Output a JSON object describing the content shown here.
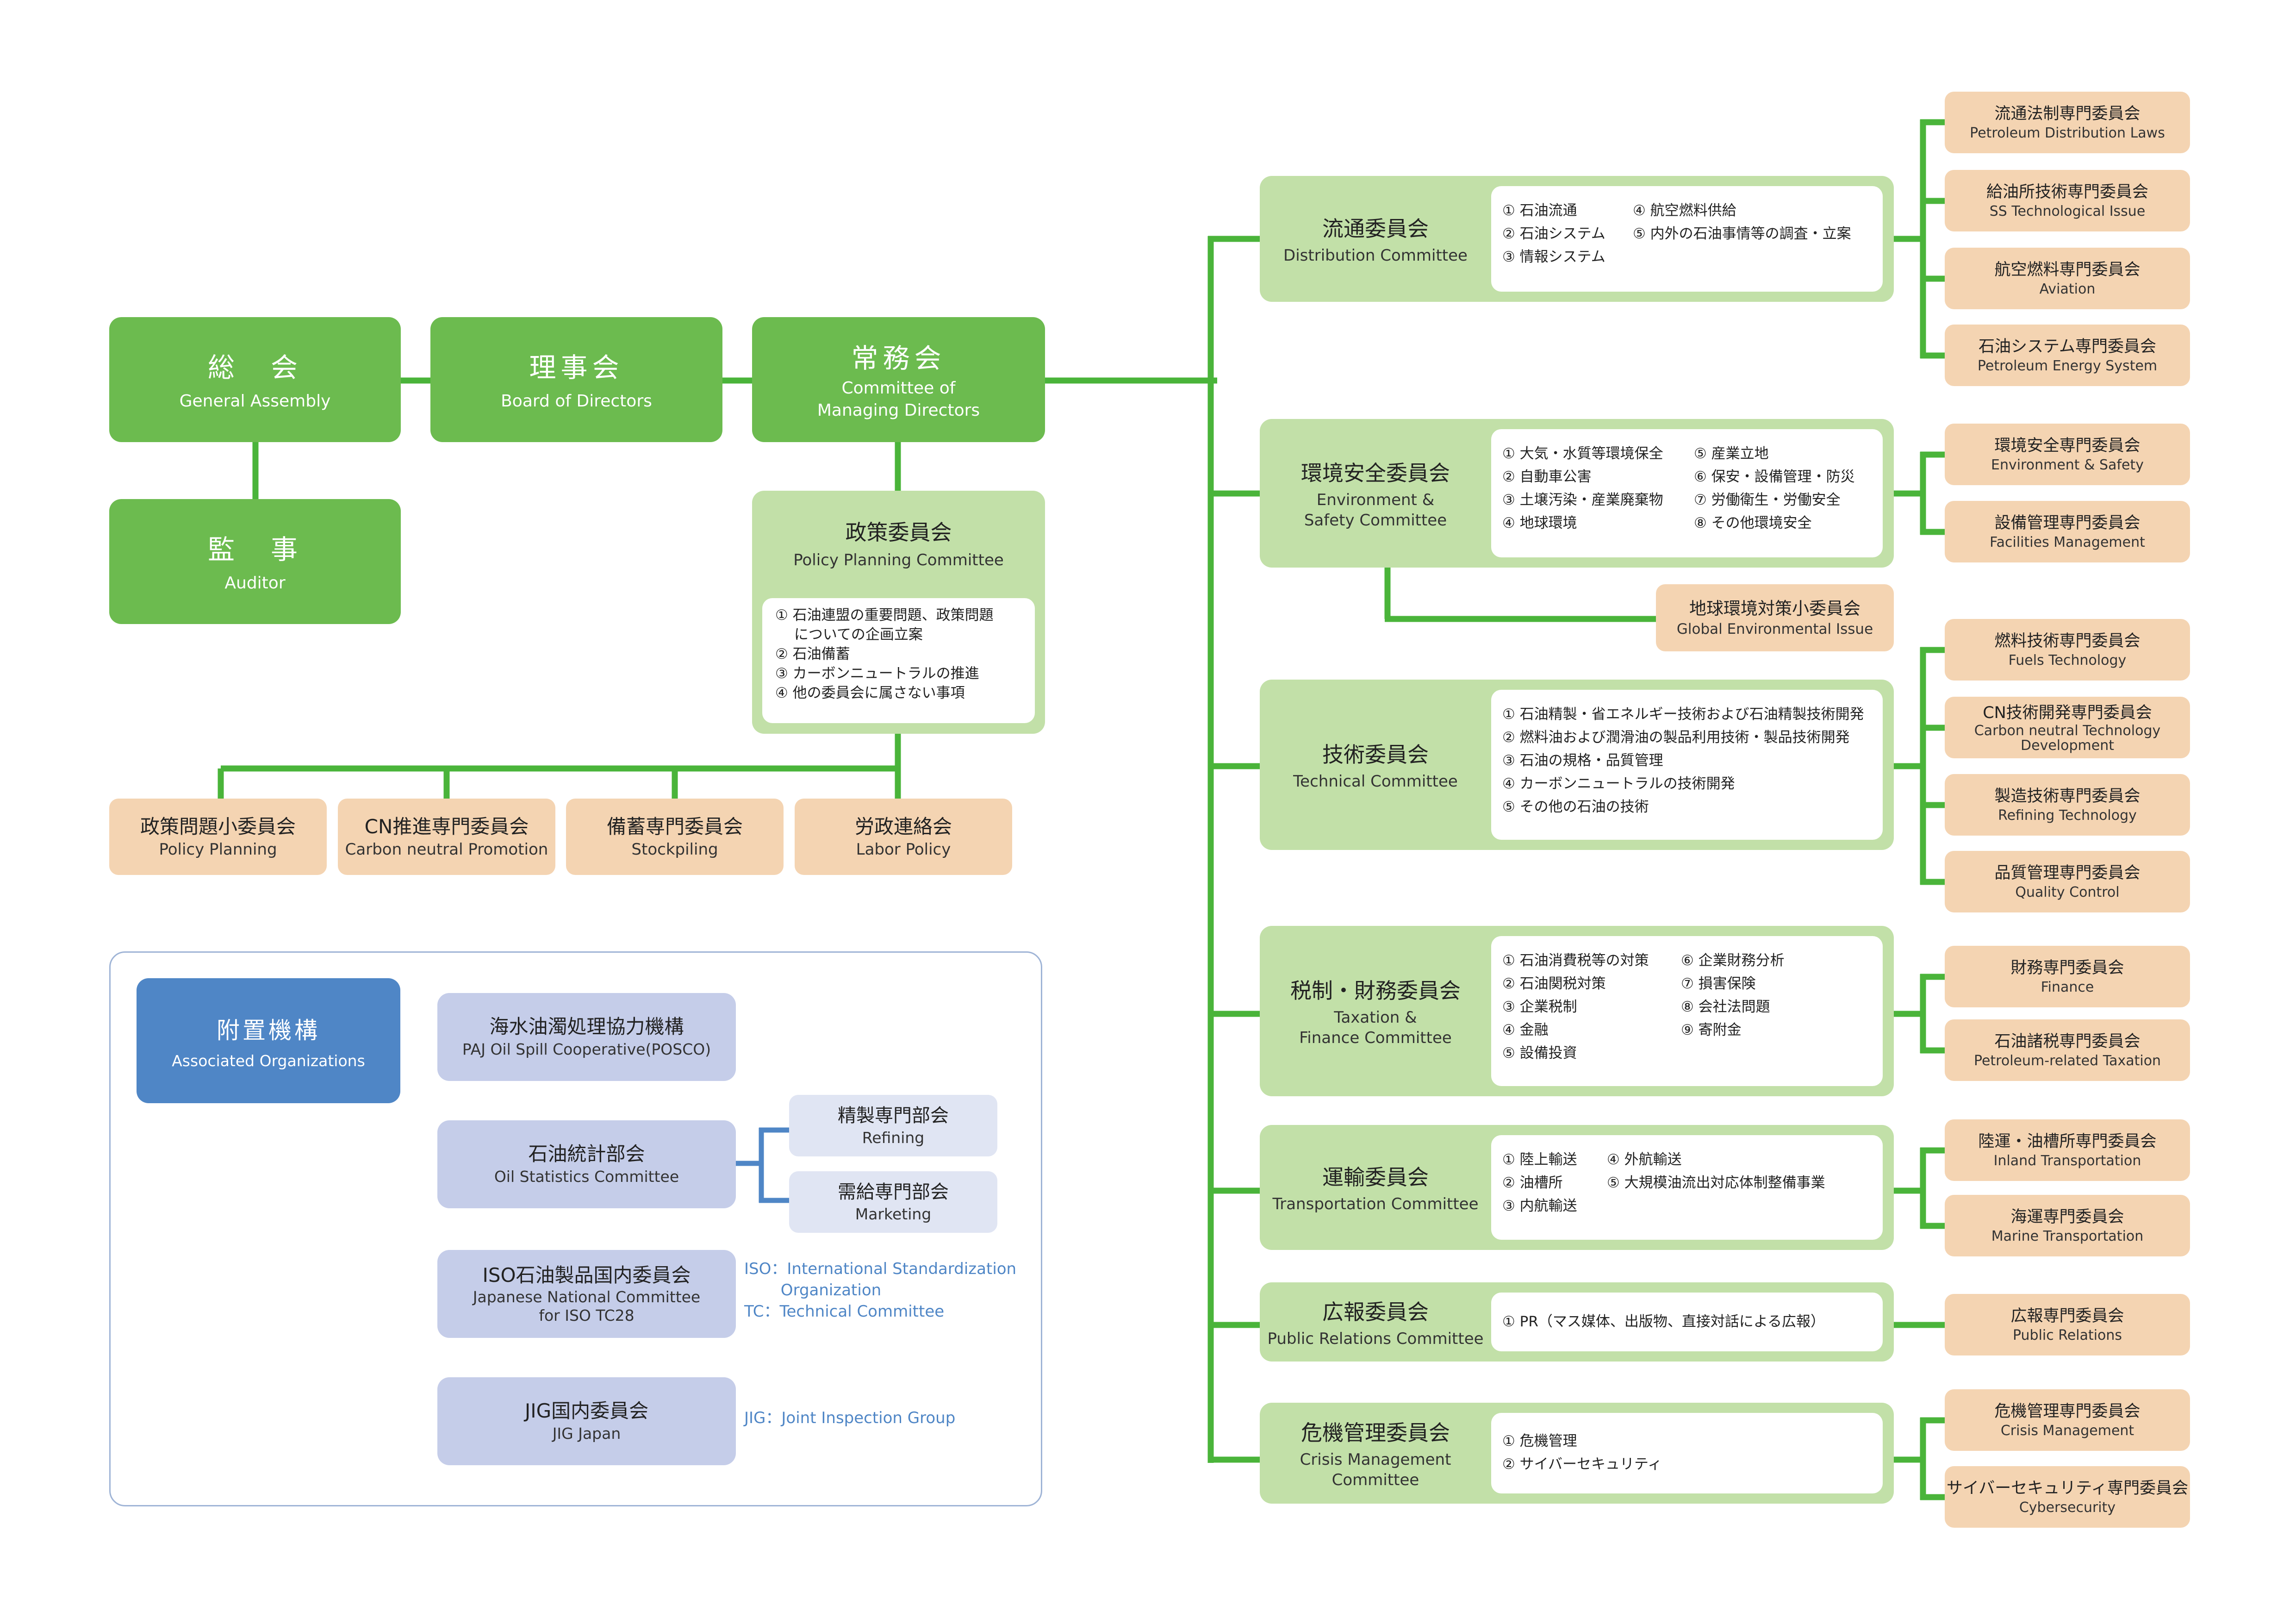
{
  "top": {
    "general_assembly": {
      "ja": "総　会",
      "en": "General Assembly"
    },
    "board": {
      "ja": "理事会",
      "en": "Board of Directors"
    },
    "managing": {
      "ja": "常務会",
      "en1": "Committee of",
      "en2": "Managing Directors"
    },
    "auditor": {
      "ja": "監　事",
      "en": "Auditor"
    }
  },
  "policy": {
    "ja": "政策委員会",
    "en": "Policy Planning Committee",
    "items": [
      "① 石油連盟の重要問題、政策問題",
      "　 についての企画立案",
      "② 石油備蓄",
      "③ カーボンニュートラルの推進",
      "④ 他の委員会に属さない事項"
    ],
    "subs": [
      {
        "ja": "政策問題小委員会",
        "en": "Policy Planning"
      },
      {
        "ja": "CN推進専門委員会",
        "en": "Carbon neutral Promotion"
      },
      {
        "ja": "備蓄専門委員会",
        "en": "Stockpiling"
      },
      {
        "ja": "労政連絡会",
        "en": "Labor Policy"
      }
    ]
  },
  "committees": [
    {
      "ja": "流通委員会",
      "en": [
        "Distribution Committee"
      ],
      "col1": [
        "① 石油流通",
        "② 石油システム",
        "③ 情報システム"
      ],
      "col2": [
        "④ 航空燃料供給",
        "⑤ 内外の石油事情等の調査・立案"
      ],
      "subs": [
        {
          "ja": "流通法制専門委員会",
          "en": [
            "Petroleum Distribution Laws"
          ]
        },
        {
          "ja": "給油所技術専門委員会",
          "en": [
            "SS Technological Issue"
          ]
        },
        {
          "ja": "航空燃料専門委員会",
          "en": [
            "Aviation"
          ]
        },
        {
          "ja": "石油システム専門委員会",
          "en": [
            "Petroleum Energy System"
          ]
        }
      ]
    },
    {
      "ja": "環境安全委員会",
      "en": [
        "Environment &",
        "Safety Committee"
      ],
      "col1": [
        "① 大気・水質等環境保全",
        "② 自動車公害",
        "③ 土壌汚染・産業廃棄物",
        "④ 地球環境"
      ],
      "col2": [
        "⑤ 産業立地",
        "⑥ 保安・設備管理・防災",
        "⑦ 労働衛生・労働安全",
        "⑧ その他環境安全"
      ],
      "subs": [
        {
          "ja": "環境安全専門委員会",
          "en": [
            "Environment & Safety"
          ]
        },
        {
          "ja": "設備管理専門委員会",
          "en": [
            "Facilities Management"
          ]
        }
      ],
      "small": {
        "ja": "地球環境対策小委員会",
        "en": "Global Environmental Issue"
      }
    },
    {
      "ja": "技術委員会",
      "en": [
        "Technical Committee"
      ],
      "col1": [
        "① 石油精製・省エネルギー技術および石油精製技術開発",
        "② 燃料油および潤滑油の製品利用技術・製品技術開発",
        "③ 石油の規格・品質管理",
        "④ カーボンニュートラルの技術開発",
        "⑤ その他の石油の技術"
      ],
      "col2": [],
      "subs": [
        {
          "ja": "燃料技術専門委員会",
          "en": [
            "Fuels Technology"
          ]
        },
        {
          "ja": "CN技術開発専門委員会",
          "en": [
            "Carbon neutral Technology",
            "Development"
          ]
        },
        {
          "ja": "製造技術専門委員会",
          "en": [
            "Refining Technology"
          ]
        },
        {
          "ja": "品質管理専門委員会",
          "en": [
            "Quality Control"
          ]
        }
      ]
    },
    {
      "ja": "税制・財務委員会",
      "en": [
        "Taxation &",
        "Finance Committee"
      ],
      "col1": [
        "① 石油消費税等の対策",
        "② 石油関税対策",
        "③ 企業税制",
        "④ 金融",
        "⑤ 設備投資"
      ],
      "col2": [
        "⑥ 企業財務分析",
        "⑦ 損害保険",
        "⑧ 会社法問題",
        "⑨ 寄附金"
      ],
      "subs": [
        {
          "ja": "財務専門委員会",
          "en": [
            "Finance"
          ]
        },
        {
          "ja": "石油諸税専門委員会",
          "en": [
            "Petroleum-related Taxation"
          ]
        }
      ]
    },
    {
      "ja": "運輸委員会",
      "en": [
        "Transportation Committee"
      ],
      "col1": [
        "① 陸上輸送",
        "② 油槽所",
        "③ 内航輸送"
      ],
      "col2": [
        "④ 外航輸送",
        "⑤ 大規模油流出対応体制整備事業"
      ],
      "subs": [
        {
          "ja": "陸運・油槽所専門委員会",
          "en": [
            "Inland Transportation"
          ]
        },
        {
          "ja": "海運専門委員会",
          "en": [
            "Marine Transportation"
          ]
        }
      ]
    },
    {
      "ja": "広報委員会",
      "en": [
        "Public Relations Committee"
      ],
      "col1": [
        "① PR（マス媒体、出版物、直接対話による広報）"
      ],
      "col2": [],
      "subs": [
        {
          "ja": "広報専門委員会",
          "en": [
            "Public Relations"
          ]
        }
      ]
    },
    {
      "ja": "危機管理委員会",
      "en": [
        "Crisis Management",
        "Committee"
      ],
      "col1": [
        "① 危機管理",
        "② サイバーセキュリティ"
      ],
      "col2": [],
      "subs": [
        {
          "ja": "危機管理専門委員会",
          "en": [
            "Crisis Management"
          ]
        },
        {
          "ja": "サイバーセキュリティ専門委員会",
          "en": [
            "Cybersecurity"
          ]
        }
      ]
    }
  ],
  "associated": {
    "header": {
      "ja": "附置機構",
      "en": "Associated Organizations"
    },
    "posco": {
      "ja": "海水油濁処理協力機構",
      "en": "PAJ Oil Spill Cooperative(POSCO)"
    },
    "stats": {
      "ja": "石油統計部会",
      "en": "Oil Statistics Committee"
    },
    "refining": {
      "ja": "精製専門部会",
      "en": "Refining"
    },
    "marketing": {
      "ja": "需給専門部会",
      "en": "Marketing"
    },
    "iso": {
      "ja": "ISO石油製品国内委員会",
      "en1": "Japanese National Committee",
      "en2": "for ISO TC28"
    },
    "iso_note": [
      "ISO：International Standardization",
      "　　 Organization",
      "TC：Technical Committee"
    ],
    "jig": {
      "ja": "JIG国内委員会",
      "en": "JIG Japan"
    },
    "jig_note": "JIG：Joint Inspection Group"
  },
  "colors": {
    "line_green": "#4ab43a",
    "top_green": "#6cbb4f",
    "light_green": "#c2e0a8",
    "peach": "#f4d4b2",
    "blue": "#4f86c6",
    "lavender": "#c5cde9"
  }
}
